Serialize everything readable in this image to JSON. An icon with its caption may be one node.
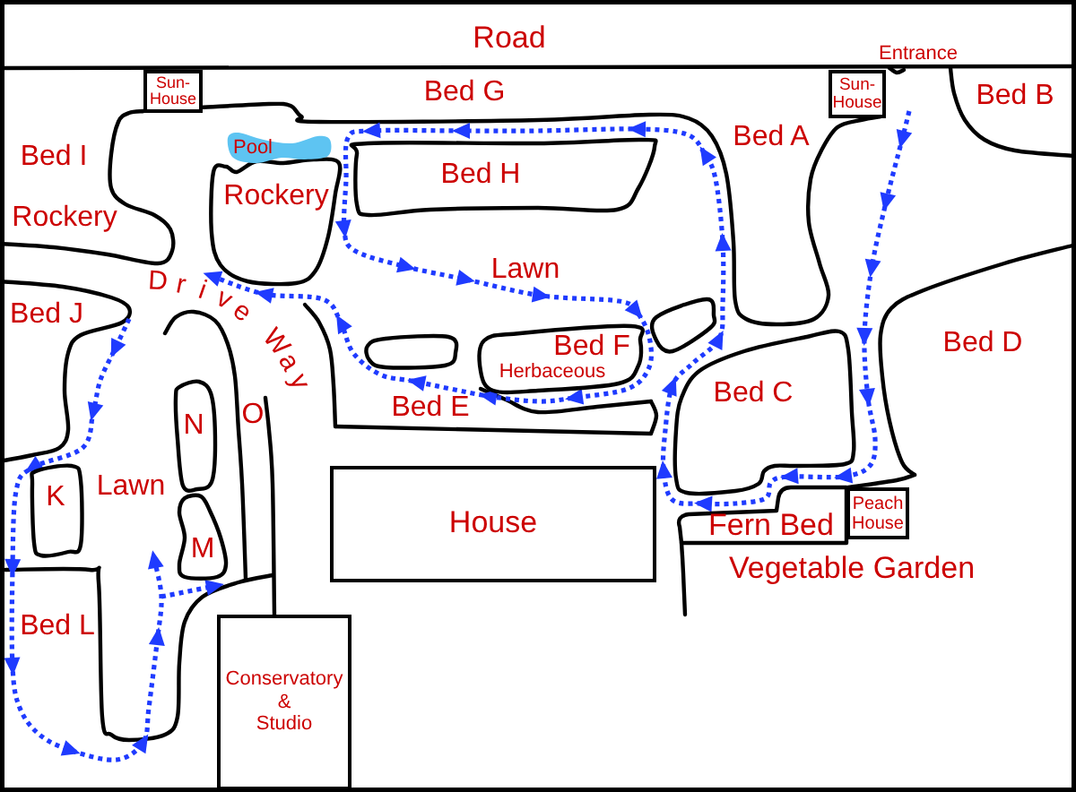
{
  "diagram": {
    "nodes": [
      {
        "text": [
          "Sun-House"
        ]
      },
      {
        "text": [
          "Sun-House"
        ]
      },
      {
        "text": [
          "Pool"
        ]
      },
      {
        "text": [
          "Bed H"
        ]
      },
      {
        "text": [
          "Rockery"
        ]
      },
      {
        "text": [
          "Bed F",
          "Herbaceous"
        ]
      },
      {
        "text": [
          "Bed C"
        ]
      },
      {
        "text": [
          "N"
        ]
      },
      {
        "text": [
          "K"
        ]
      },
      {
        "text": [
          "House"
        ]
      },
      {
        "text": [
          "Peach House"
        ]
      },
      {
        "text": [
          "Fern Bed"
        ]
      },
      {
        "text": [
          "M"
        ]
      },
      {
        "text": [
          "Conservatory & Studio"
        ]
      }
    ],
    "labels": [
      "Road",
      "Entrance",
      "Bed G",
      "Bed B",
      "Bed A",
      "Bed I",
      "Rockery",
      "Lawn",
      "Drive Way",
      "Bed J",
      "Bed D",
      "Bed E",
      "O",
      "Lawn",
      "Vegetable Garden",
      "Bed L"
    ]
  }
}
